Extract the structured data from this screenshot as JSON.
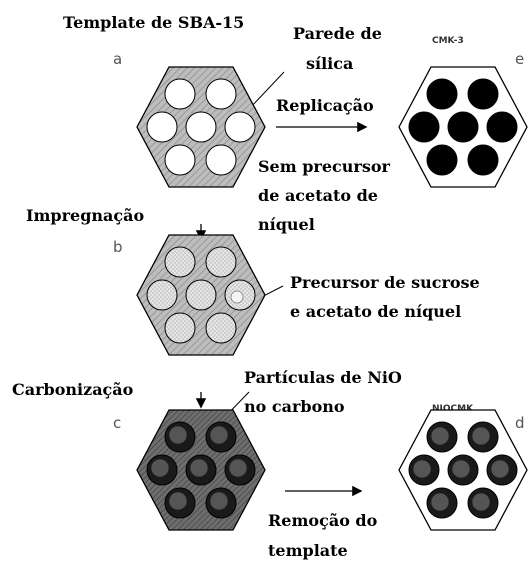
{
  "colors": {
    "stroke": "#000000",
    "hatch_bg": "#bdbdbd",
    "pore_white": "#ffffff",
    "pore_light": "#dcdcdc",
    "pore_dark": "#555555",
    "pore_black": "#000000",
    "particle_outer": "#1a1a1a"
  },
  "labels": {
    "template_title": "Template de SBA-15",
    "wall_label_1": "Parede de",
    "wall_label_2": "sílica",
    "replication": "Replicação",
    "no_precursor_1": "Sem precursor",
    "no_precursor_2": "de acetato de",
    "no_precursor_3": "níquel",
    "impregnation": "Impregnação",
    "precursor_1": "Precursor de sucrose",
    "precursor_2": "e acetato de níquel",
    "carbonization": "Carbonização",
    "particles_1": "Partículas de NiO",
    "particles_2": "no carbono",
    "removal_1": "Remoção do",
    "removal_2": "template",
    "cmk3": "CMK-3",
    "niocmk": "NIOCMK"
  },
  "panel_letters": {
    "a": "a",
    "b": "b",
    "c": "c",
    "d": "d",
    "e": "e"
  }
}
